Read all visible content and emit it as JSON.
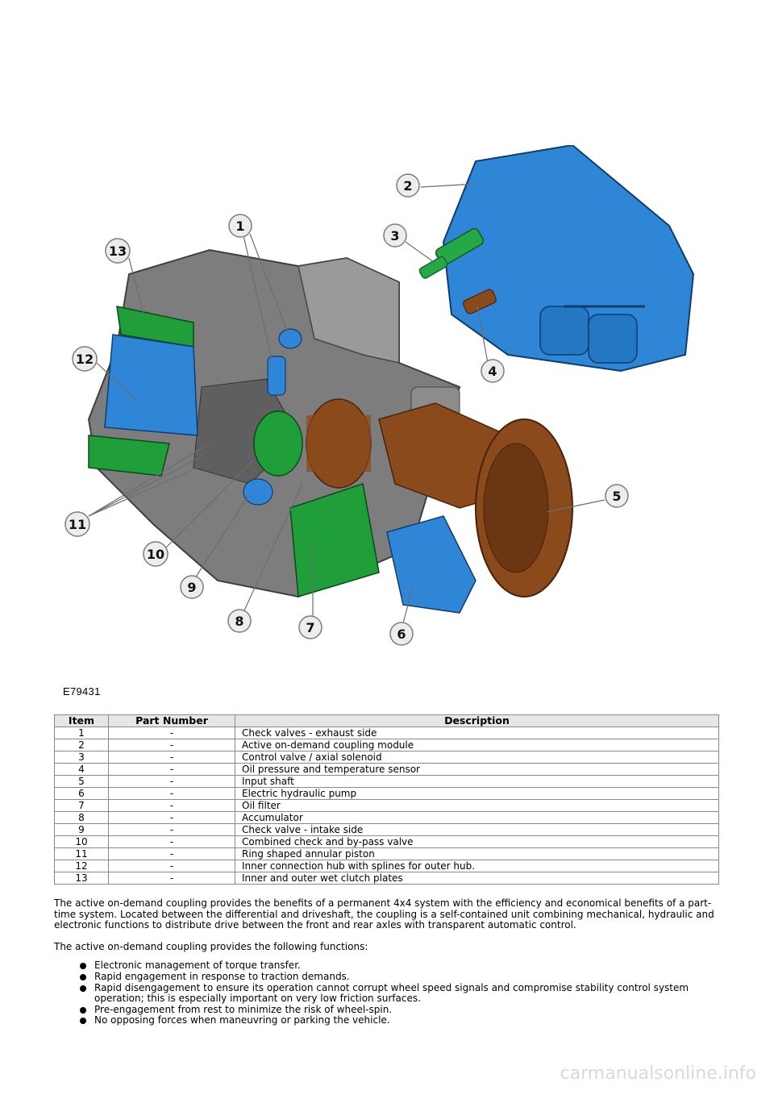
{
  "figure": {
    "code": "E79431",
    "callouts": [
      "1",
      "2",
      "3",
      "4",
      "5",
      "6",
      "7",
      "8",
      "9",
      "10",
      "11",
      "12",
      "13"
    ]
  },
  "table": {
    "headers": [
      "Item",
      "Part Number",
      "Description"
    ],
    "rows": [
      [
        "1",
        "-",
        "Check valves - exhaust side"
      ],
      [
        "2",
        "-",
        "Active on-demand coupling module"
      ],
      [
        "3",
        "-",
        "Control valve / axial solenoid"
      ],
      [
        "4",
        "-",
        "Oil pressure and temperature sensor"
      ],
      [
        "5",
        "-",
        "Input shaft"
      ],
      [
        "6",
        "-",
        "Electric hydraulic pump"
      ],
      [
        "7",
        "-",
        "Oil filter"
      ],
      [
        "8",
        "-",
        "Accumulator"
      ],
      [
        "9",
        "-",
        "Check valve - intake side"
      ],
      [
        "10",
        "-",
        "Combined check and by-pass valve"
      ],
      [
        "11",
        "-",
        "Ring shaped annular piston"
      ],
      [
        "12",
        "-",
        "Inner connection hub with splines for outer hub."
      ],
      [
        "13",
        "-",
        "Inner and outer wet clutch plates"
      ]
    ]
  },
  "text": {
    "para1": "The active on-demand coupling provides the benefits of a permanent 4x4 system with the efficiency and economical benefits of a part-time system. Located between the differential and driveshaft, the coupling is a self-contained unit combining mechanical, hydraulic and electronic functions to distribute drive between the front and rear axles with transparent automatic control.",
    "para2": "The active on-demand coupling provides the following functions:",
    "bullets": [
      "Electronic management of torque transfer.",
      "Rapid engagement in response to traction demands.",
      "Rapid disengagement to ensure its operation cannot corrupt wheel speed signals and compromise stability control system operation; this is especially important on very low friction surfaces.",
      "Pre-engagement from rest to minimize the risk of wheel-spin.",
      "No opposing forces when maneuvring or parking the vehicle."
    ]
  },
  "watermark": "carmanualsonline.info",
  "colors": {
    "module_blue": "#2f86d6",
    "clutch_green": "#1f9e3a",
    "shaft_brown": "#8a4a1c",
    "housing_gray": "#7d7d7d"
  }
}
